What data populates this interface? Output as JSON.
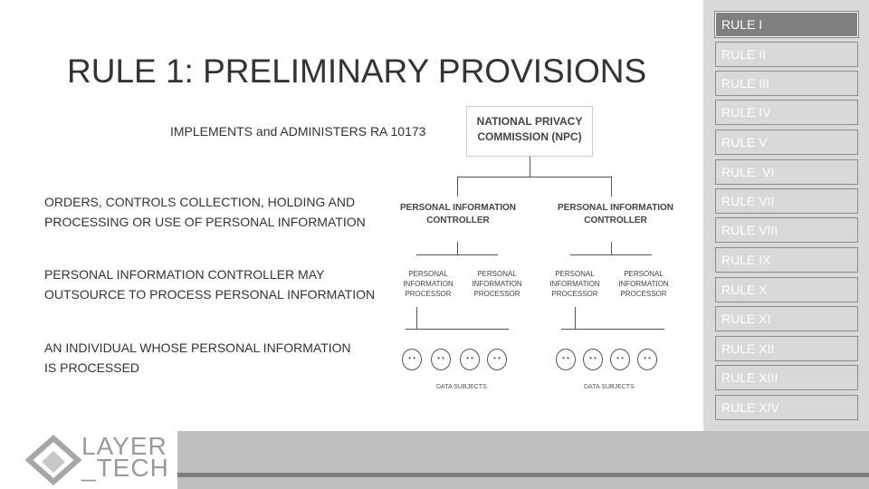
{
  "title": "RULE 1: PRELIMINARY PROVISIONS",
  "descriptions": [
    {
      "lines": [
        "IMPLEMENTS and ADMINISTERS RA 10173"
      ]
    },
    {
      "lines": [
        "ORDERS, CONTROLS COLLECTION, HOLDING AND",
        "PROCESSING OR USE OF PERSONAL INFORMATION"
      ]
    },
    {
      "lines": [
        "PERSONAL INFORMATION CONTROLLER MAY",
        "OUTSOURCE TO PROCESS PERSONAL INFORMATION"
      ]
    },
    {
      "lines": [
        "AN INDIVIDUAL WHOSE PERSONAL INFORMATION",
        "IS PROCESSED"
      ]
    }
  ],
  "diagram": {
    "npc": [
      "NATIONAL PRIVACY",
      "COMMISSION (NPC)"
    ],
    "controller": [
      "PERSONAL INFORMATION",
      "CONTROLLER"
    ],
    "processor": [
      "PERSONAL",
      "INFORMATION",
      "PROCESSOR"
    ],
    "data_subjects": "DATA SUBJECTS"
  },
  "rules": [
    "RULE I",
    "RULE II",
    "RULE III",
    "RULE IV",
    "RULE V",
    "RULE  VI",
    "RULE VII",
    "RULE VIII",
    "RULE IX",
    "RULE X",
    "RULE XI",
    "RULE XII",
    "RULE XIII",
    "RULE XIV"
  ],
  "active_rule": "RULE I",
  "logo": {
    "line1": "LAYER",
    "line2": "_TECH"
  },
  "colors": {
    "sidebar": "#d9d9d9",
    "active": "#7f7f7f",
    "band": "#bfbfbf"
  }
}
